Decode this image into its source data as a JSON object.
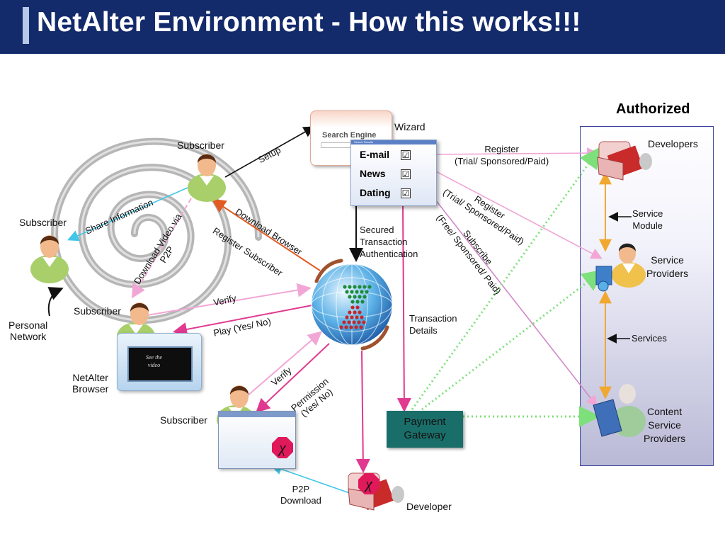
{
  "slide": {
    "title": "NetAlter Environment - How this works!!!"
  },
  "authorized": {
    "heading": "Authorized",
    "developers": "Developers",
    "service_module": "Service\nModule",
    "service_providers": "Service\nProviders",
    "services": "Services",
    "content_service_providers": "Content\nService\nProviders"
  },
  "search": {
    "search_engine": "Search Engine",
    "search_results": "Search Results",
    "wizard": "Wizard"
  },
  "wizard_items": [
    {
      "label": "E-mail",
      "check": "☑"
    },
    {
      "label": "News",
      "check": "☑"
    },
    {
      "label": "Dating",
      "check": "☑"
    }
  ],
  "labels": {
    "subscriber_top": "Subscriber",
    "subscriber_left": "Subscriber",
    "subscriber_mid": "Subscriber",
    "subscriber_bottom": "Subscriber",
    "personal_network": "Personal\nNetwork",
    "netalter_browser": "NetAlter\nBrowser",
    "see_the_video": "See the\nvideo",
    "developer": "Developer",
    "setup": "Setup",
    "share_information": "Share Information",
    "download_video": "Download Video via\nP2P",
    "download_browser": "Download  Browser",
    "register_subscriber": "Register Subscriber",
    "verify_1": "Verify",
    "play": "Play (Yes/ No)",
    "verify_2": "Verify",
    "permission": "Permission\n(Yes/ No)",
    "p2p_download": "P2P\nDownload",
    "secured": "Secured\nTransaction\nAuthentication",
    "transaction_details": "Transaction\nDetails",
    "register_1": "Register\n(Trial/ Sponsored/Paid)",
    "register_2": "Register\n(Trial/ Sponsored/Paid)",
    "subscribe": "Subscribe\n(Free/ Sponsored/ Paid)",
    "payment_gateway": "Payment\nGateway",
    "stop_1": "χ",
    "stop_2": "χ"
  },
  "colors": {
    "title_bg": "#132a6b",
    "pink": "#e0398f",
    "light_pink": "#f2a6d6",
    "orange": "#e05a22",
    "cyan": "#41c6e8",
    "green_dotted": "#7ee07a",
    "gold": "#f0a830",
    "gateway": "#1a6e6a"
  }
}
